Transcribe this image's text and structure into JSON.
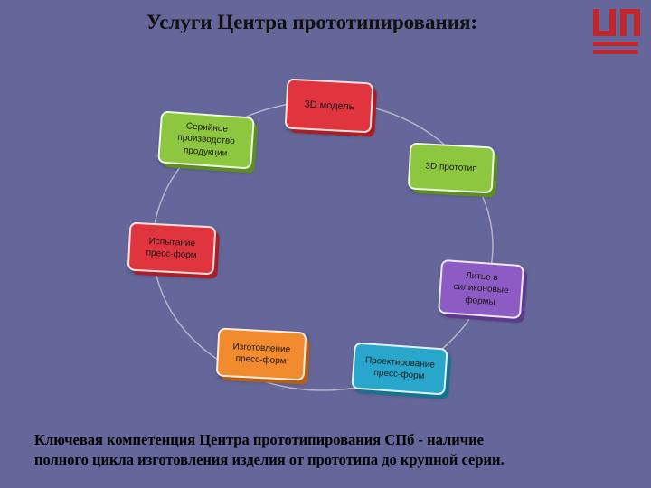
{
  "slide": {
    "title": "Услуги Центра прототипирования:",
    "footer_line1": "Ключевая компетенция  Центра прототипирования СПб - наличие",
    "footer_line2": "полного цикла изготовления изделия от прототипа до крупной серии."
  },
  "logo": {
    "icon": "company-logo-icon",
    "color": "#c0272d"
  },
  "cycle": {
    "connector_color": "#b7b2c8",
    "steps": [
      {
        "label": "3D модель",
        "color": "#e0343e",
        "shadow": "#a81f27"
      },
      {
        "label": "3D прототип",
        "color": "#8dc63f",
        "shadow": "#5e8e23"
      },
      {
        "label": "Литье в\nсиликоновые\nформы",
        "color": "#8c5cc4",
        "shadow": "#5e3a8c"
      },
      {
        "label": "Проектирование\nпресс-форм",
        "color": "#28a6cc",
        "shadow": "#17728f"
      },
      {
        "label": "Изготовление\nпресс-форм",
        "color": "#f28a2e",
        "shadow": "#b55f16"
      },
      {
        "label": "Испытание\nпресс-форм",
        "color": "#e0343e",
        "shadow": "#a81f27"
      },
      {
        "label": "Серийное\nпроизводство\nпродукции",
        "color": "#8dc63f",
        "shadow": "#5e8e23"
      }
    ]
  }
}
